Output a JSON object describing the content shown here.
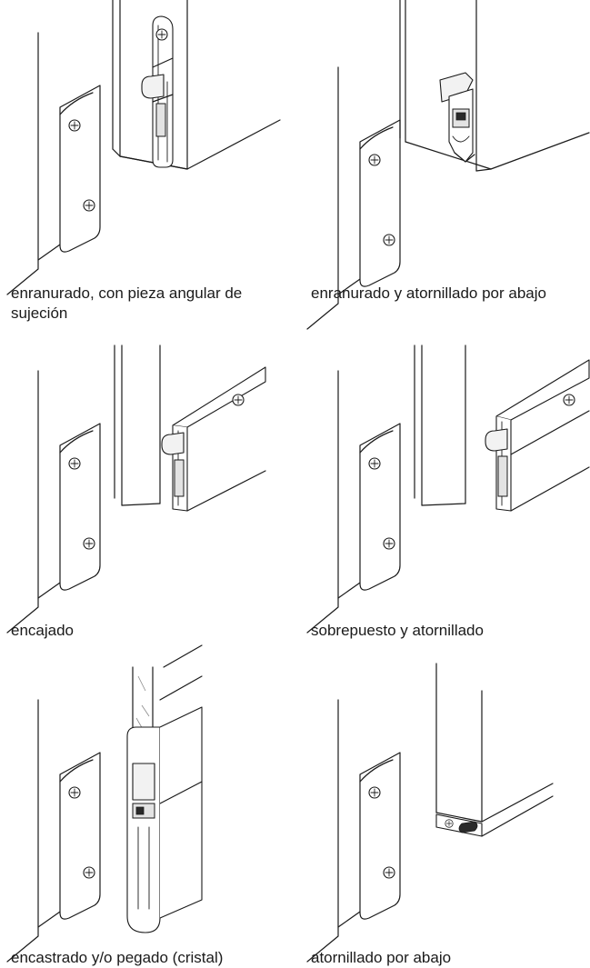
{
  "figure": {
    "captions": [
      "enranurado, con pieza angular de sujeción",
      "enranurado y atornillado por abajo",
      "encajado",
      "sobrepuesto y atornillado",
      "encastrado y/o pegado (cristal)",
      "atornillado por abajo"
    ]
  }
}
